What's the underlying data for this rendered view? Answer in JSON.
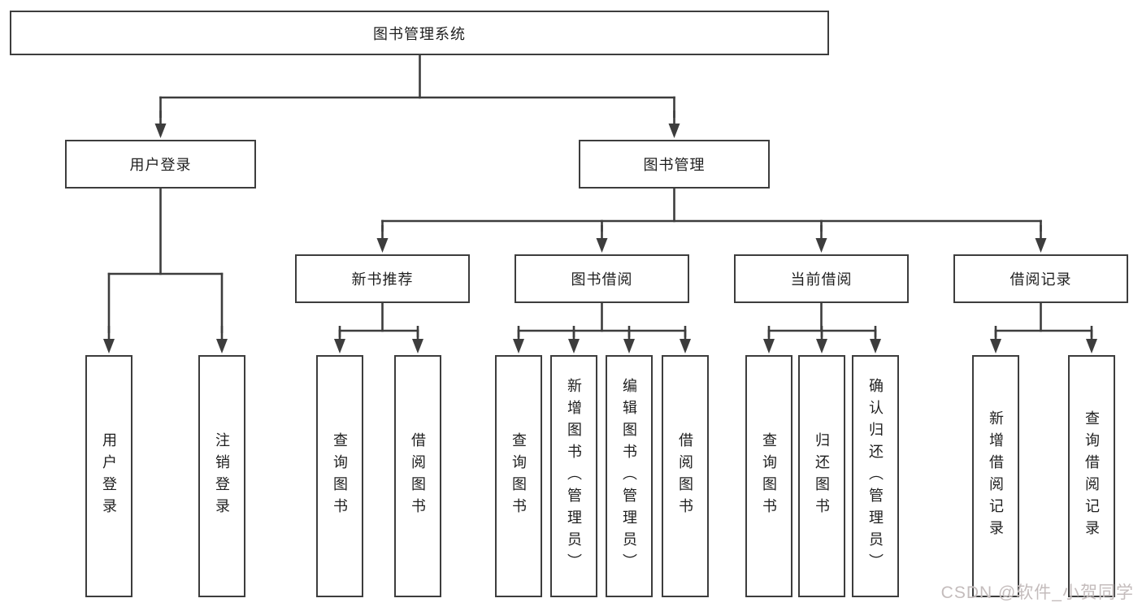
{
  "diagram": {
    "root": {
      "label": "图书管理系统"
    },
    "branches": [
      {
        "label": "用户登录",
        "leaves": [
          {
            "label": "用户登录"
          },
          {
            "label": "注销登录"
          }
        ]
      },
      {
        "label": "图书管理",
        "groups": [
          {
            "label": "新书推荐",
            "leaves": [
              {
                "label": "查询图书"
              },
              {
                "label": "借阅图书"
              }
            ]
          },
          {
            "label": "图书借阅",
            "leaves": [
              {
                "label": "查询图书"
              },
              {
                "label": "新增图书（管理员）"
              },
              {
                "label": "编辑图书（管理员）"
              },
              {
                "label": "借阅图书"
              }
            ]
          },
          {
            "label": "当前借阅",
            "leaves": [
              {
                "label": "查询图书"
              },
              {
                "label": "归还图书"
              },
              {
                "label": "确认归还（管理员）"
              }
            ]
          },
          {
            "label": "借阅记录",
            "leaves": [
              {
                "label": "新增借阅记录"
              },
              {
                "label": "查询借阅记录"
              }
            ]
          }
        ]
      }
    ]
  },
  "watermark": {
    "text": "CSDN @软件_小贺同学",
    "color": "#c4bcbc"
  },
  "colors": {
    "line": "#3d3d3d",
    "box_border": "#3d3d3d",
    "box_bg": "#ffffff",
    "text": "#1f1f1f"
  }
}
